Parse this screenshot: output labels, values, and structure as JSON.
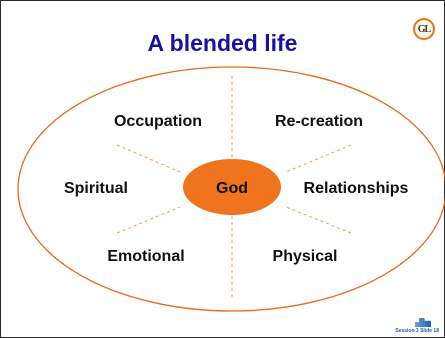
{
  "slide": {
    "title": "A blended life",
    "center_label": "God",
    "domains": {
      "top_left": "Occupation",
      "top_right": "Re-creation",
      "mid_left": "Spiritual",
      "mid_right": "Relationships",
      "bottom_left": "Emotional",
      "bottom_right": "Physical"
    },
    "footer": "Session 3 Slide 18",
    "logo_text": "GL"
  },
  "colors": {
    "title": "#16149a",
    "ellipse_stroke": "#e86a1a",
    "center_fill": "#f0731e",
    "connector": "#f29a5a"
  }
}
